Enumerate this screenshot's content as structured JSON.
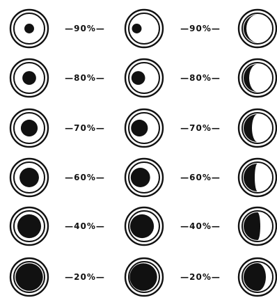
{
  "colors": {
    "ink": "#111111",
    "paper": "#ffffff"
  },
  "rows": [
    {
      "label": "90%",
      "label_left": "—90%—",
      "label_right": "—90%—",
      "fraction": 0.1
    },
    {
      "label": "80%",
      "label_left": "—80%—",
      "label_right": "—80%—",
      "fraction": 0.2
    },
    {
      "label": "70%",
      "label_left": "—70%—",
      "label_right": "—70%—",
      "fraction": 0.3
    },
    {
      "label": "60%",
      "label_left": "—60%—",
      "label_right": "—60%—",
      "fraction": 0.4
    },
    {
      "label": "40%",
      "label_left": "—40%—",
      "label_right": "—40%—",
      "fraction": 0.6
    },
    {
      "label": "20%",
      "label_left": "—20%—",
      "label_right": "—20%—",
      "fraction": 0.8
    }
  ],
  "columns": [
    {
      "name": "centered-disc"
    },
    {
      "name": "offset-disc"
    },
    {
      "name": "crescent"
    }
  ]
}
